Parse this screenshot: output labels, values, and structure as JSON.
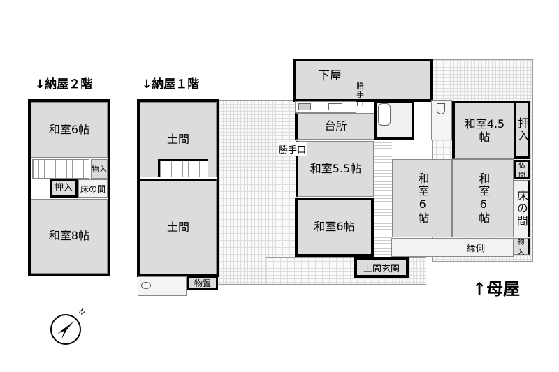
{
  "titles": {
    "barn_2f": "↓納屋２階",
    "barn_1f": "↓納屋１階",
    "main_house": "↑母屋"
  },
  "barn_2f": {
    "washitsu6": "和室6帖",
    "monoire": "物入",
    "oshiire": "押入",
    "tokonoma": "床の間",
    "washitsu8": "和室8帖"
  },
  "barn_1f": {
    "doma_top": "土間",
    "doma_bottom": "土間",
    "monooki": "物置"
  },
  "main": {
    "geya": "下屋",
    "katteguchi_top": "勝手口",
    "daidokoro": "台所",
    "katteguchi_side": "勝手口",
    "washitsu55": "和室5.5帖",
    "washitsu6_left": "和室6帖",
    "doma_genkan": "土間玄関",
    "washitsu6_center": "和室6帖",
    "washitsu6_right": "和室6帖",
    "washitsu45": "和室4.5帖",
    "oshiire": "押入",
    "butsuma": "仏間",
    "tokonoma": "床の間",
    "engawa": "縁側",
    "monoire": "物入"
  },
  "compass": {
    "north_label": "N",
    "icon": "compass-north-icon"
  }
}
